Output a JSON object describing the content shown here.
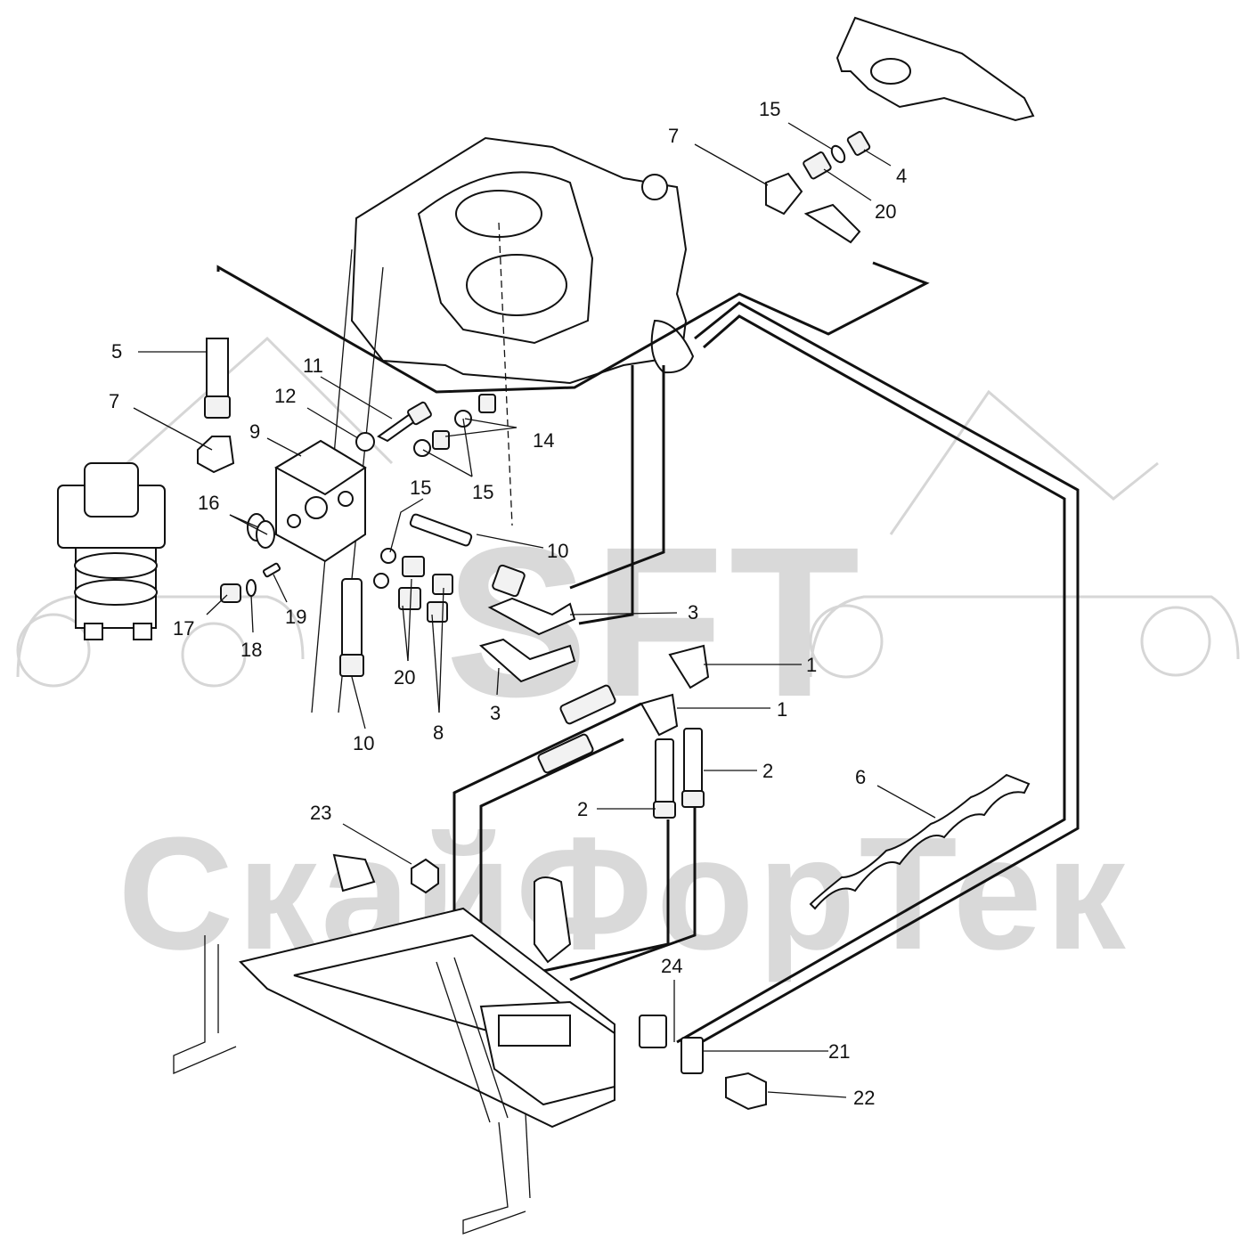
{
  "watermark": {
    "main_text": "СкайФорТек",
    "logo_text": "SFT"
  },
  "callouts": [
    {
      "id": "c15a",
      "label": "15"
    },
    {
      "id": "c7a",
      "label": "7"
    },
    {
      "id": "c4",
      "label": "4"
    },
    {
      "id": "c20a",
      "label": "20"
    },
    {
      "id": "c5",
      "label": "5"
    },
    {
      "id": "c11",
      "label": "11"
    },
    {
      "id": "c12",
      "label": "12"
    },
    {
      "id": "c7b",
      "label": "7"
    },
    {
      "id": "c9",
      "label": "9"
    },
    {
      "id": "c14",
      "label": "14"
    },
    {
      "id": "c15b",
      "label": "15"
    },
    {
      "id": "c15c",
      "label": "15"
    },
    {
      "id": "c16",
      "label": "16"
    },
    {
      "id": "c10a",
      "label": "10"
    },
    {
      "id": "c3a",
      "label": "3"
    },
    {
      "id": "c17",
      "label": "17"
    },
    {
      "id": "c18",
      "label": "18"
    },
    {
      "id": "c19",
      "label": "19"
    },
    {
      "id": "c20b",
      "label": "20"
    },
    {
      "id": "c1a",
      "label": "1"
    },
    {
      "id": "c1b",
      "label": "1"
    },
    {
      "id": "c3b",
      "label": "3"
    },
    {
      "id": "c10b",
      "label": "10"
    },
    {
      "id": "c8",
      "label": "8"
    },
    {
      "id": "c2a",
      "label": "2"
    },
    {
      "id": "c6",
      "label": "6"
    },
    {
      "id": "c2b",
      "label": "2"
    },
    {
      "id": "c23",
      "label": "23"
    },
    {
      "id": "c24",
      "label": "24"
    },
    {
      "id": "c21",
      "label": "21"
    },
    {
      "id": "c22",
      "label": "22"
    }
  ]
}
